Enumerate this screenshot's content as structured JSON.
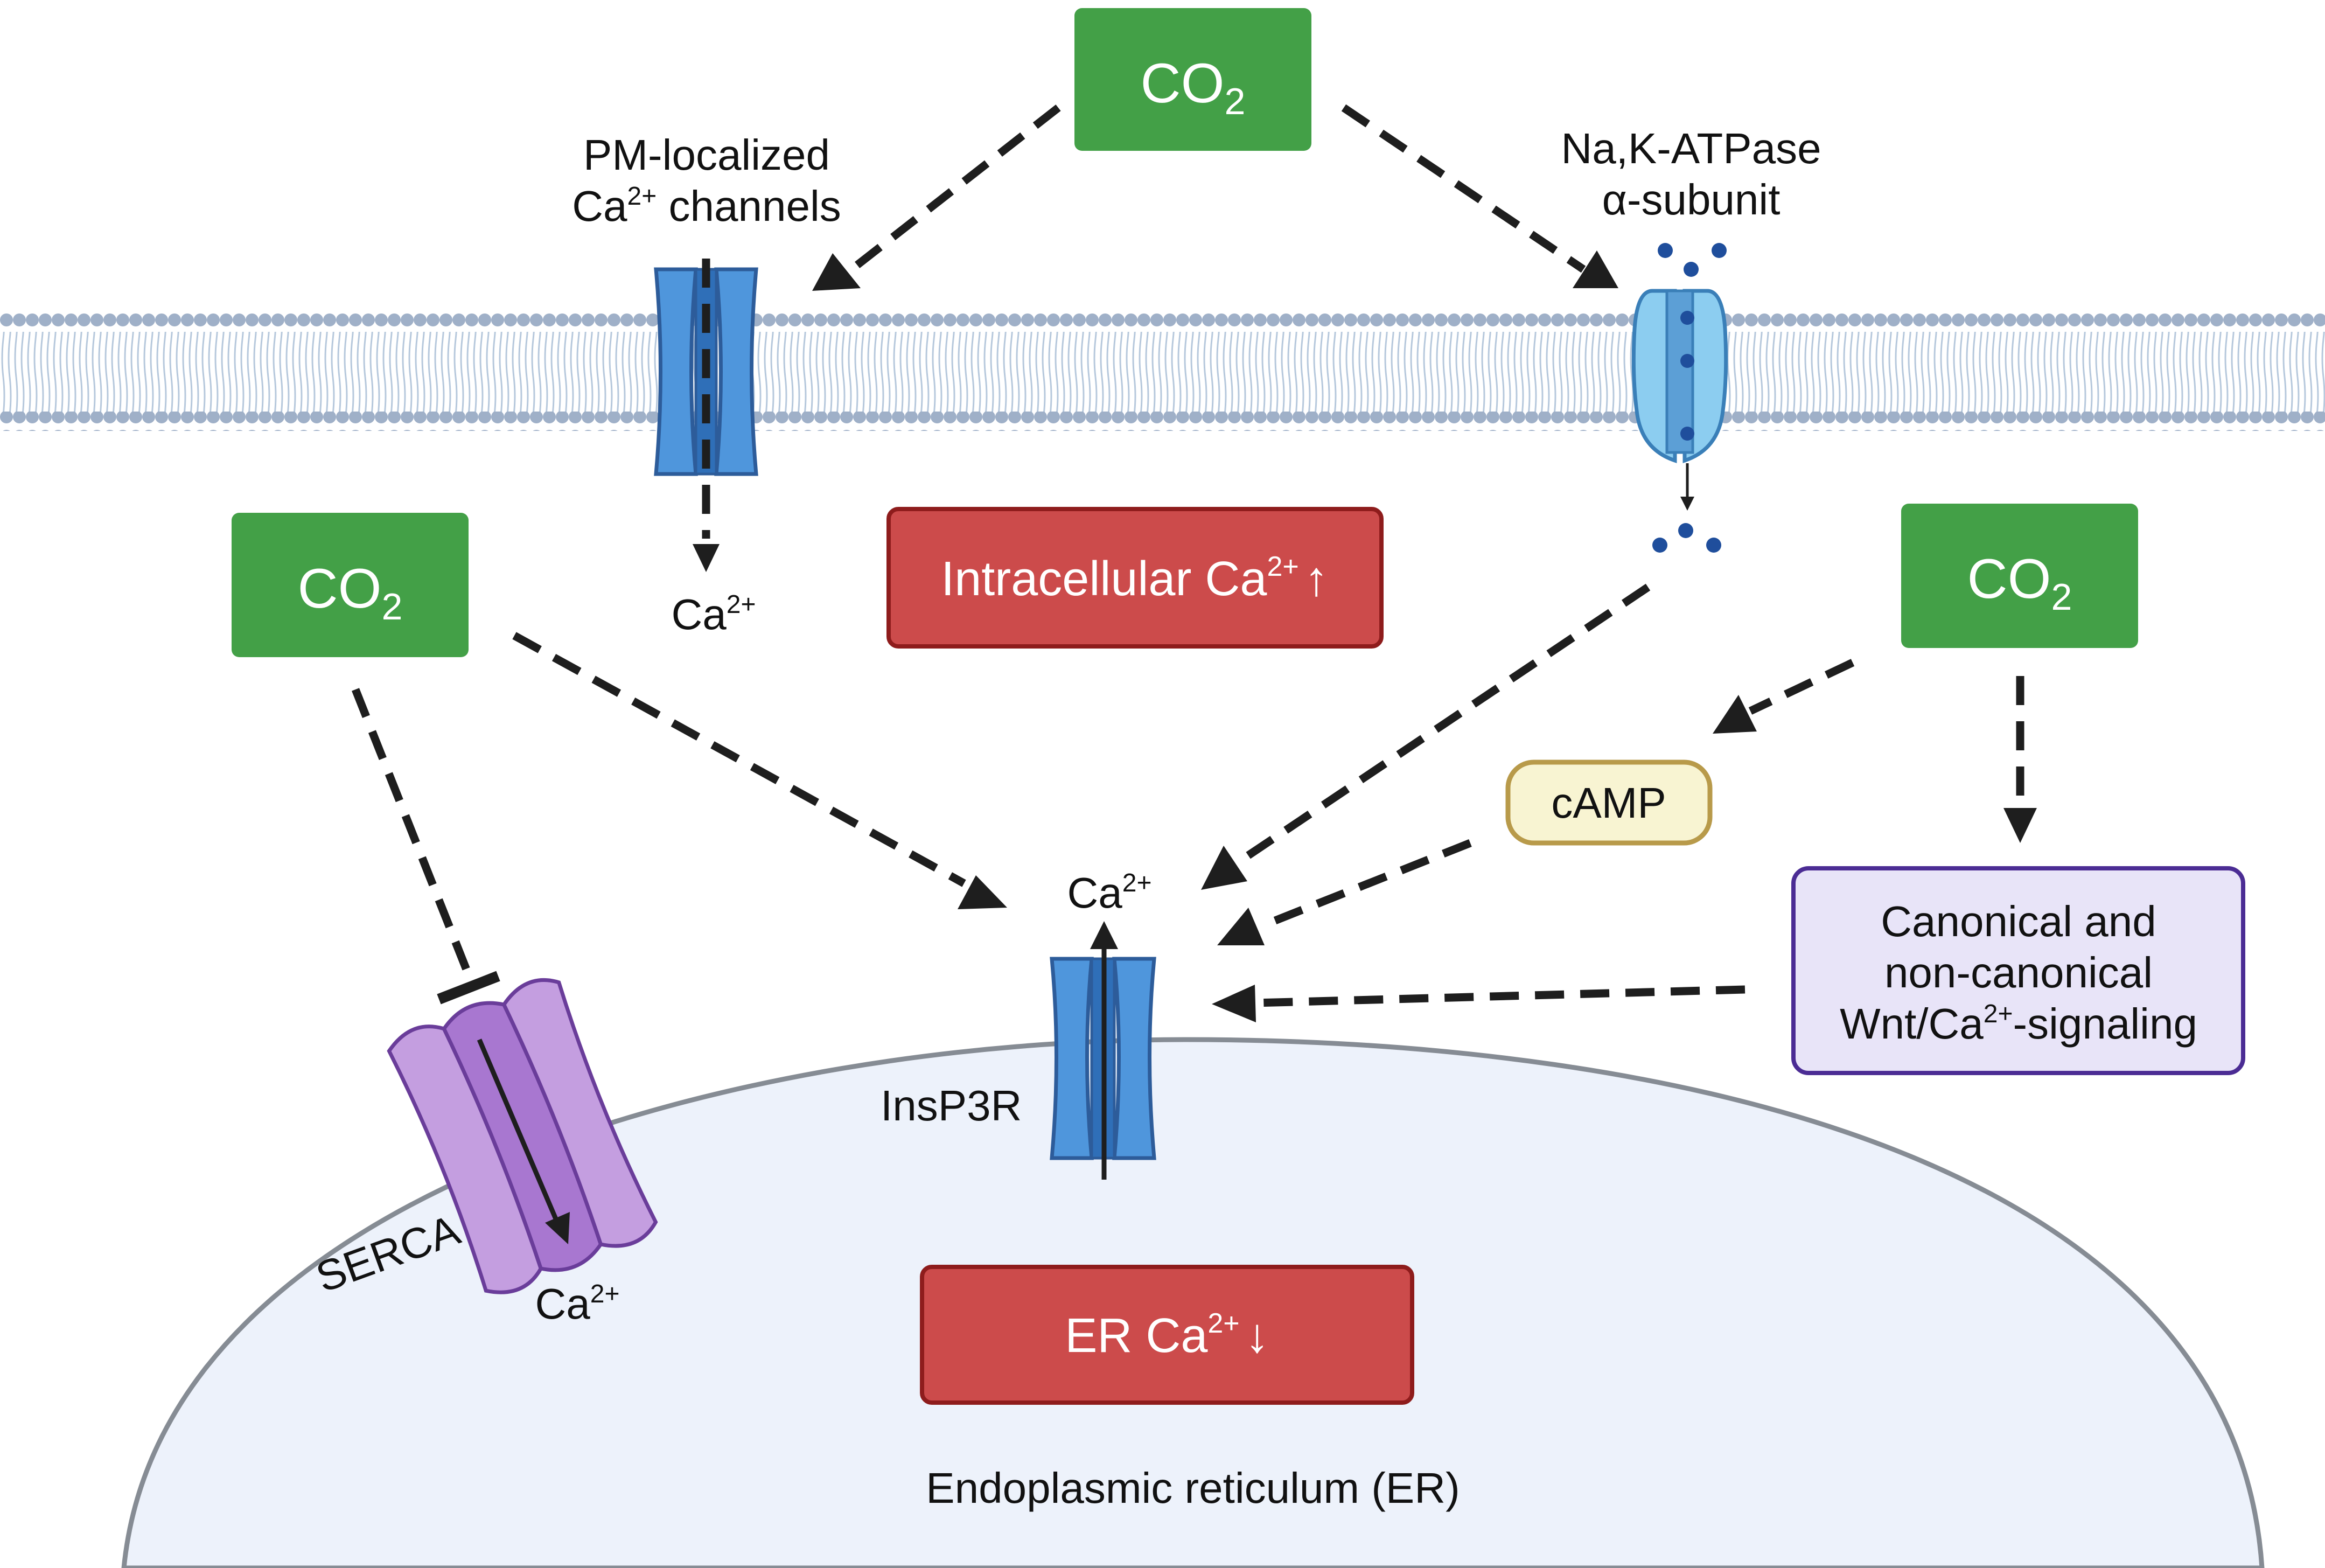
{
  "nodes": {
    "co2_top": {
      "main": "CO",
      "sub": "2"
    },
    "co2_left": {
      "main": "CO",
      "sub": "2"
    },
    "co2_right": {
      "main": "CO",
      "sub": "2"
    },
    "intracellular": {
      "text": "Intracellular Ca",
      "sup": "2+",
      "arrow": "↑"
    },
    "er_ca": {
      "text": "ER Ca",
      "sup": "2+",
      "arrow": "↓"
    },
    "camp": {
      "text": "cAMP"
    },
    "wnt": {
      "line1": "Canonical and",
      "line2": "non-canonical",
      "line3_a": "Wnt/Ca",
      "line3_sup": "2+",
      "line3_b": "-signaling"
    }
  },
  "labels": {
    "pm_channels": {
      "line1": "PM-localized",
      "line2_a": "Ca",
      "line2_sup": "2+",
      "line2_b": " channels"
    },
    "nak_atpase": {
      "line1": "Na,K-ATPase",
      "line2": "α-subunit"
    },
    "ca_pm": {
      "text": "Ca",
      "sup": "2+"
    },
    "ca_insp3r": {
      "text": "Ca",
      "sup": "2+"
    },
    "ca_serca": {
      "text": "Ca",
      "sup": "2+"
    },
    "insp3r": "InsP3R",
    "serca": "SERCA",
    "er": "Endoplasmic reticulum (ER)"
  },
  "colors": {
    "co2_green": "#43a047",
    "status_red": "#cc4b4b",
    "status_red_border": "#8e1c1c",
    "camp_fill": "#f8f4d2",
    "camp_border": "#b89a4a",
    "wnt_fill": "#e8e4f8",
    "wnt_border": "#4b2c94",
    "channel_blue": "#5aa1e0",
    "channel_dark": "#3377c4",
    "serca_purple": "#c49ee0",
    "er_fill": "#edf2fb",
    "membrane_bead": "#9fb0c8"
  },
  "icons": [
    "pm-calcium-channel-icon",
    "nak-atpase-icon",
    "insp3r-channel-icon",
    "serca-pump-icon",
    "lipid-bilayer-membrane",
    "sodium-ion-dots"
  ]
}
